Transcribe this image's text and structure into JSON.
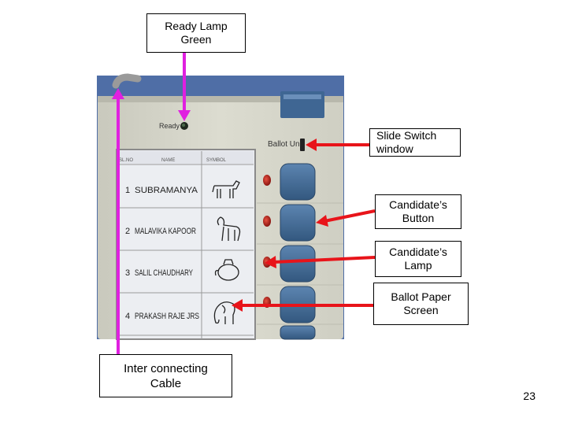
{
  "machine": {
    "ready_text": "Ready",
    "ballot_unit_text": "Ballot Unit",
    "header_sl": "SL.NO",
    "header_name": "NAME",
    "header_symbol": "SYMBOL",
    "candidates": [
      {
        "num": "1",
        "name": "SUBRAMANYA",
        "symbol": "cow"
      },
      {
        "num": "2",
        "name": "MALAVIKA KAPOOR",
        "symbol": "dog"
      },
      {
        "num": "3",
        "name": "SALIL CHAUDHARY",
        "symbol": "pot"
      },
      {
        "num": "4",
        "name": "PRAKASH RAJE JRS",
        "symbol": "elephant"
      }
    ]
  },
  "labels": {
    "ready_lamp": "Ready Lamp\nGreen",
    "slide_switch": "Slide Switch\nwindow",
    "candidate_button": "Candidate’s\nButton",
    "candidate_lamp": "Candidate’s\nLamp",
    "ballot_paper": "Ballot Paper\nScreen",
    "cable": "Inter connecting\nCable"
  },
  "page_number": "23",
  "colors": {
    "red_arrow": "#e8141a",
    "magenta_arrow": "#e020e0",
    "background_blue": "#4f6ea6",
    "unit_body": "#d8d8cc",
    "button_blue": "#3f6693",
    "lamp_red": "#b8201a"
  }
}
